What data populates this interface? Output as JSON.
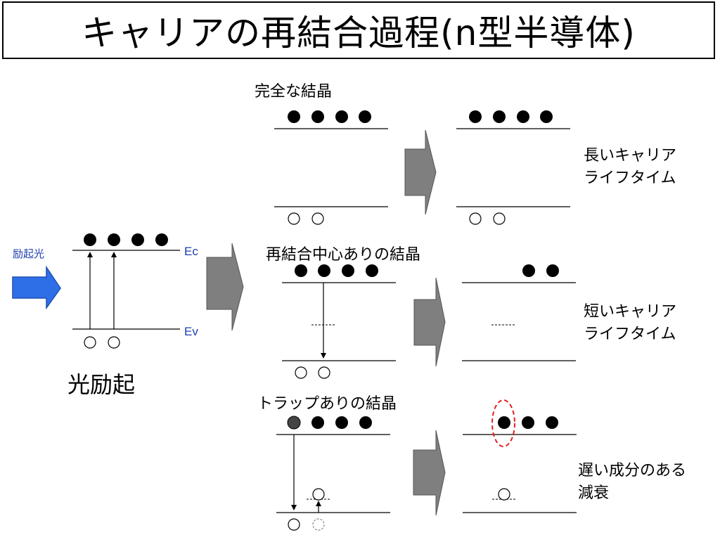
{
  "title": "キャリアの再結合過程(n型半導体)",
  "excitation": {
    "arrow_label": "励起光",
    "conduction_band": "Ec",
    "valence_band": "Ev",
    "caption": "光励起"
  },
  "rows": [
    {
      "label": "完全な結晶",
      "result_line1": "長いキャリア",
      "result_line2": "ライフタイム"
    },
    {
      "label": "再結合中心ありの結晶",
      "result_line1": "短いキャリア",
      "result_line2": "ライフタイム"
    },
    {
      "label": "トラップありの結晶",
      "result_line1": "遅い成分のある",
      "result_line2": "減衰"
    }
  ],
  "colors": {
    "excitation_arrow": "#2e6fe8",
    "process_arrow": "#7f7f7f",
    "trap_highlight": "#e02020",
    "label_blue": "#1f3fb0"
  }
}
